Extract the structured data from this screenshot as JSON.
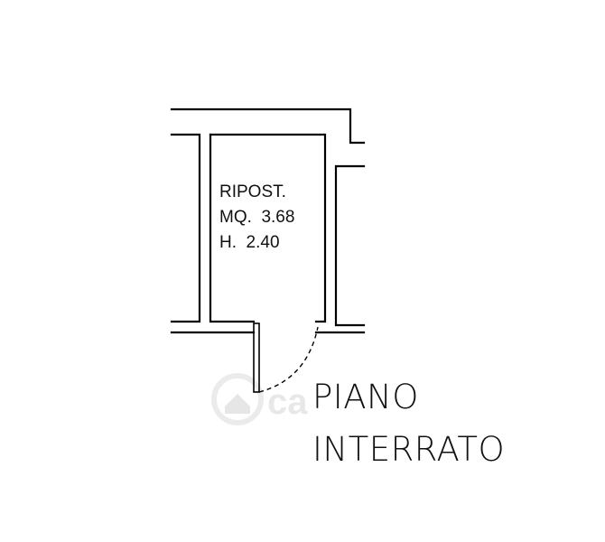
{
  "room": {
    "name": "RIPOST.",
    "area": "MQ.  3.68",
    "height": "H.  2.40"
  },
  "floor": {
    "line1": "PIANO",
    "line2": "INTERRATO"
  },
  "watermark": {
    "text": "ca"
  },
  "colors": {
    "line": "#000000",
    "background": "#ffffff"
  }
}
